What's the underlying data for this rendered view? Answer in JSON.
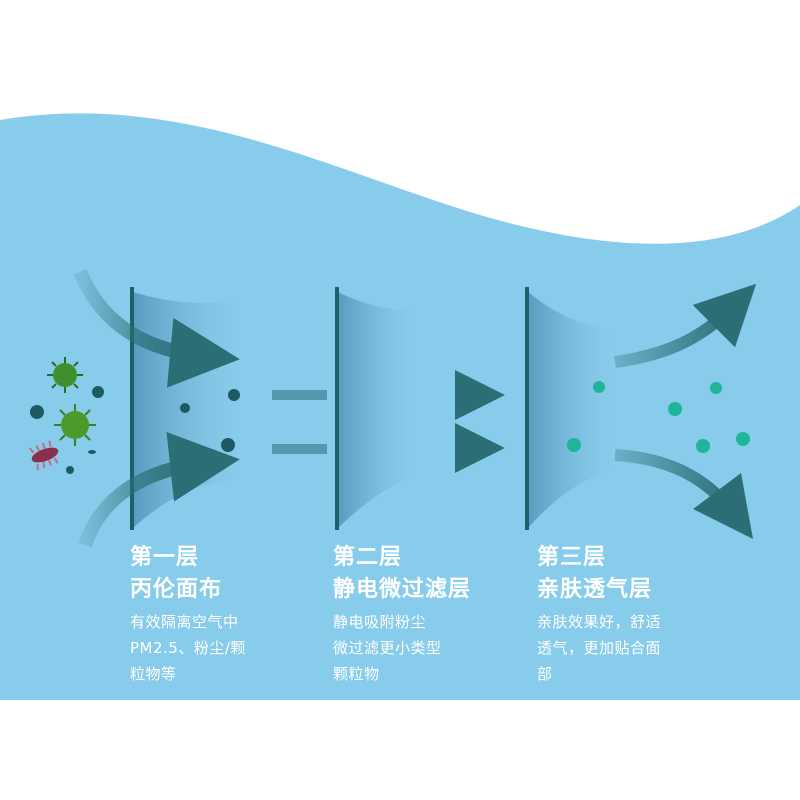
{
  "colors": {
    "background_top": "#ffffff",
    "wave_blue": "#87cceb",
    "filter_panel": "#6fb3d6",
    "filter_frame": "#1f5f66",
    "arrow": "#2b6e76",
    "particle_dark": "#1e5a64",
    "particle_teal": "#1fb59a",
    "virus_green": "#3f8f2f",
    "germ_red": "#8b2f4a",
    "text": "#ffffff"
  },
  "layers": [
    {
      "title_line1": "第一层",
      "title_line2": "丙伦面布",
      "desc": [
        "有效隔离空气中",
        "PM2.5、粉尘/颗",
        "粒物等"
      ]
    },
    {
      "title_line1": "第二层",
      "title_line2": "静电微过滤层",
      "desc": [
        "静电吸附粉尘",
        "微过滤更小类型",
        "颗粒物"
      ]
    },
    {
      "title_line1": "第三层",
      "title_line2": "亲肤透气层",
      "desc": [
        "亲肤效果好，舒适",
        "透气，更加贴合面",
        "部"
      ]
    }
  ],
  "icons": [
    "virus-icon",
    "bacteria-icon",
    "germ-icon",
    "dust-particle-icon",
    "flow-arrow-icon"
  ]
}
